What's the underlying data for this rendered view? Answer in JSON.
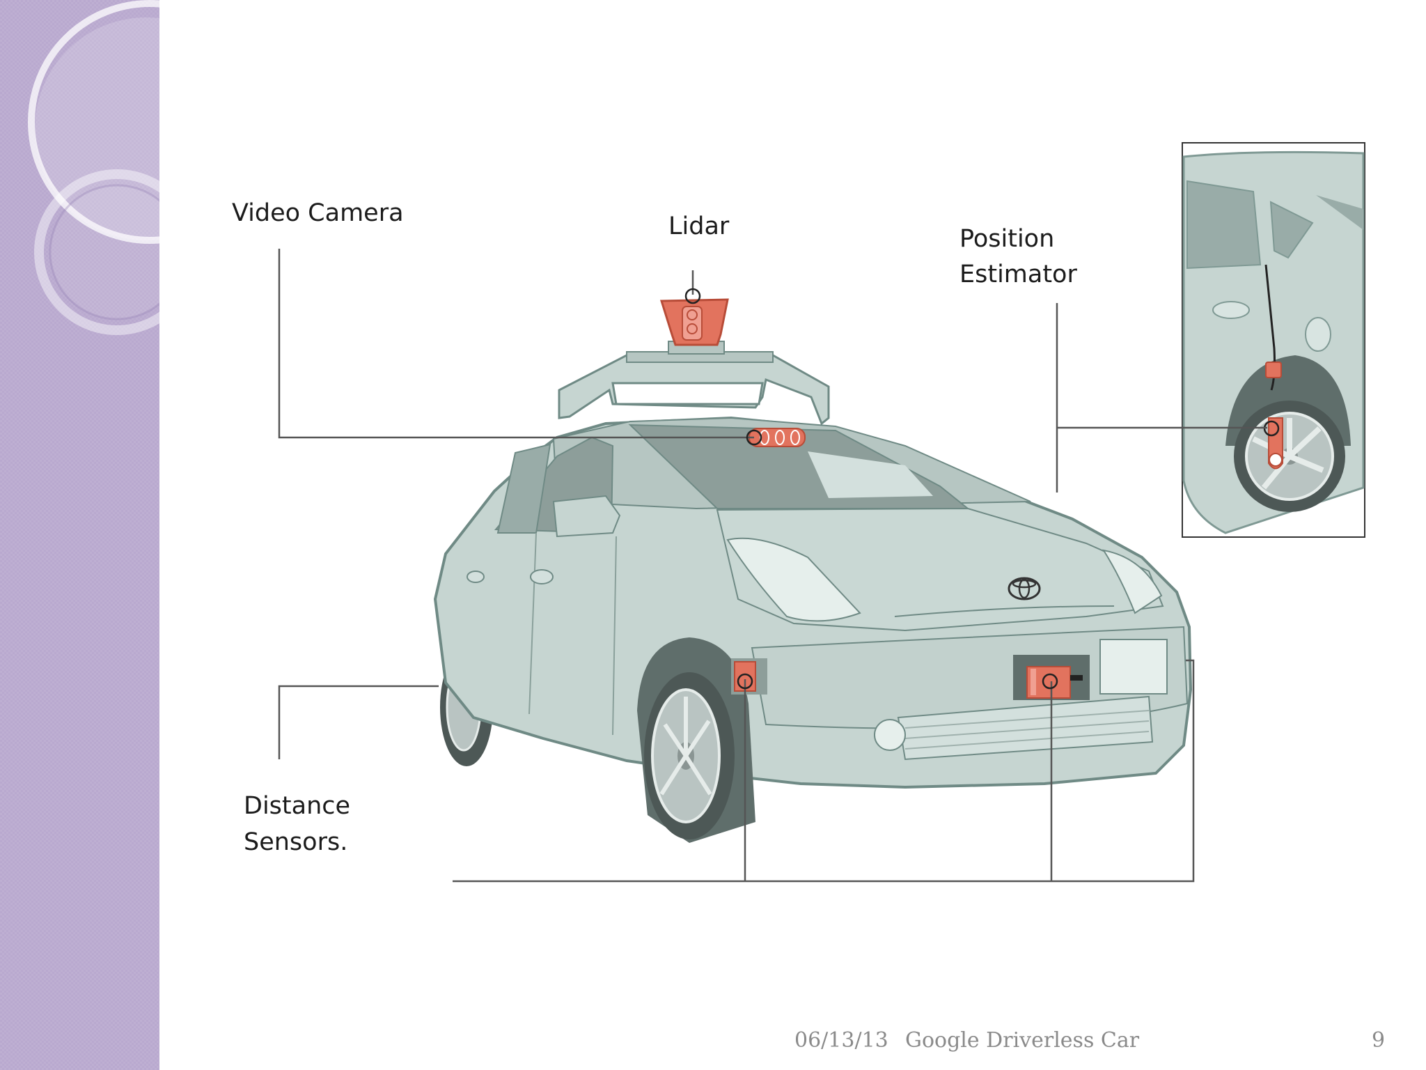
{
  "labels": {
    "video_camera": "Video Camera",
    "lidar": "Lidar",
    "position_estimator_line1": "Position",
    "position_estimator_line2": "Estimator",
    "distance_sensors_line1": "Distance",
    "distance_sensors_line2": "Sensors."
  },
  "footer": {
    "date": "06/13/13",
    "title": "Google Driverless Car",
    "slide_number": "9"
  },
  "colors": {
    "sidebar": "#b9a9cf",
    "car_body": "#c6d5d1",
    "sensor": "#e2735e",
    "leader_line": "#555555"
  },
  "icons": [
    "toyota-logo-icon"
  ]
}
